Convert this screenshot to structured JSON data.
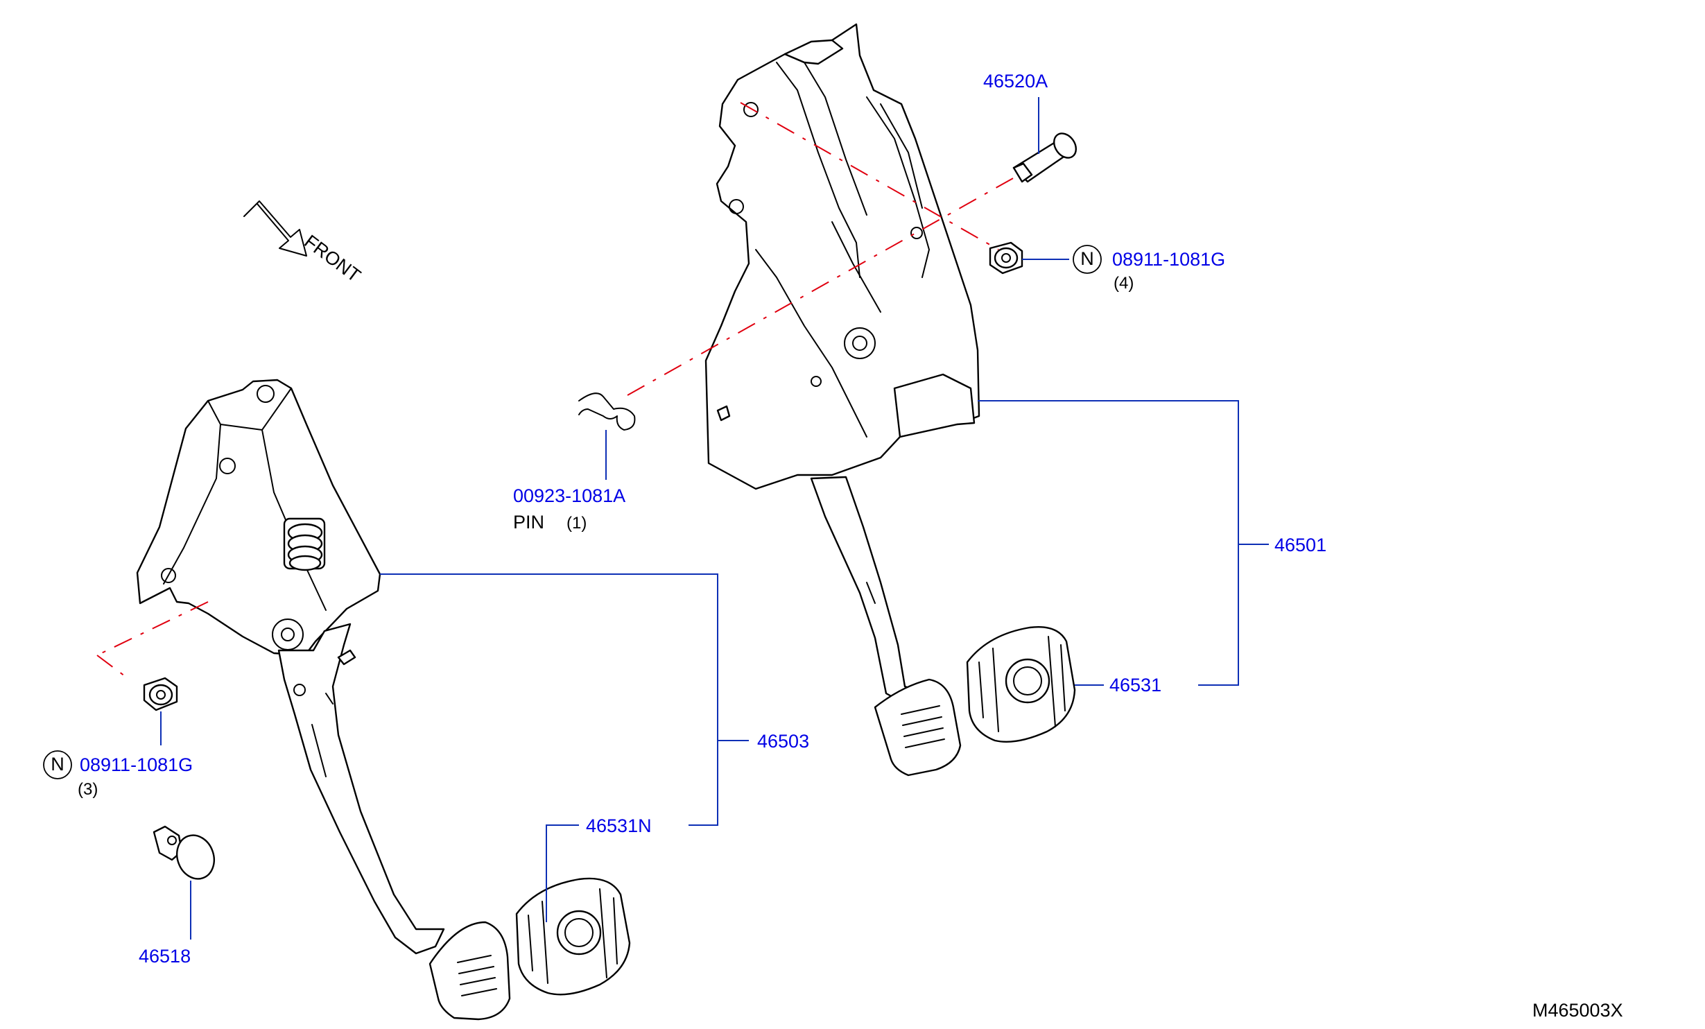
{
  "diagram": {
    "figure_code": "M465003X",
    "direction_label": "FRONT",
    "callouts": {
      "nut_left": {
        "part_number": "08911-1081G",
        "badge": "N",
        "quantity": "(3)"
      },
      "stopper": {
        "part_number": "46518"
      },
      "pedal_assy_left": {
        "part_number": "46503"
      },
      "pad_left": {
        "part_number": "46531N"
      },
      "pin": {
        "part_number": "00923-1081A",
        "name": "PIN",
        "quantity": "(1)"
      },
      "bolt": {
        "part_number": "46520A"
      },
      "nut_right": {
        "part_number": "08911-1081G",
        "badge": "N",
        "quantity": "(4)"
      },
      "pedal_assy_right": {
        "part_number": "46501"
      },
      "pad_right": {
        "part_number": "46531"
      }
    },
    "colors": {
      "part_number_text": "#0000e6",
      "leader_line": "#0d2fb5",
      "center_line": "#e0000f",
      "outline": "#000000"
    }
  }
}
